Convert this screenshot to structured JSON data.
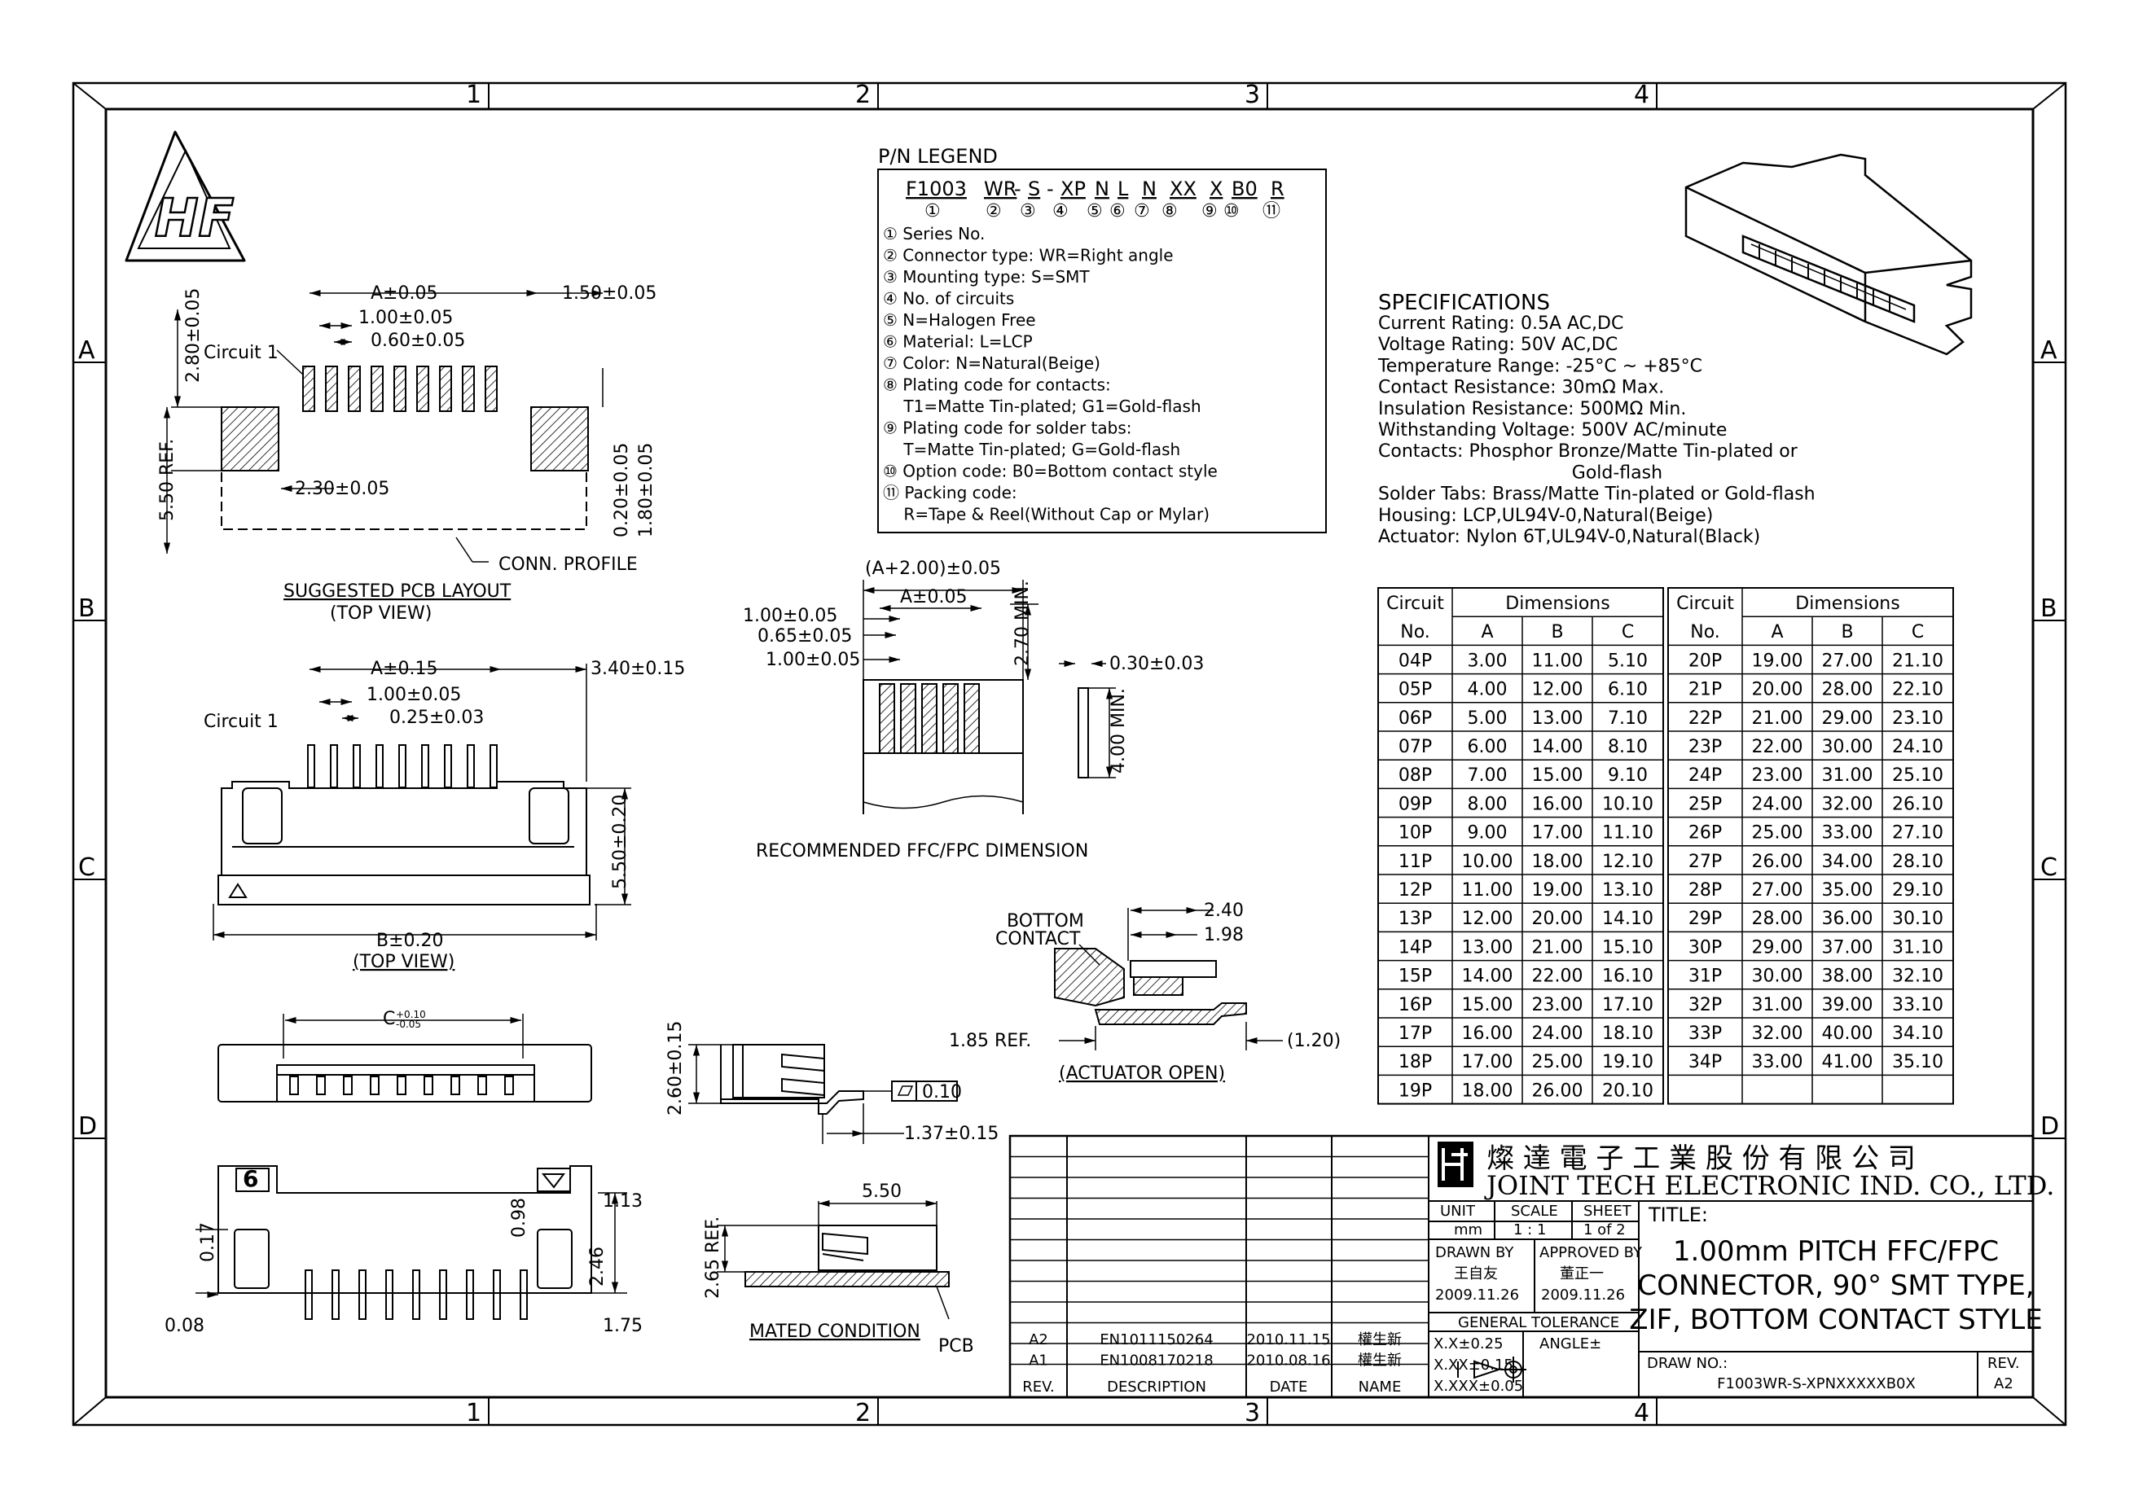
{
  "border": {
    "cols": [
      "1",
      "2",
      "3",
      "4"
    ],
    "rows": [
      "A",
      "B",
      "C",
      "D"
    ]
  },
  "logo": {
    "text": "HF"
  },
  "legend": {
    "title": "P/N LEGEND",
    "code_parts": [
      "F1003",
      "WR",
      "-",
      "S",
      "-",
      "XP",
      "N",
      "L",
      "N",
      "XX",
      "X",
      "B0",
      "R"
    ],
    "code_nums": [
      "①",
      "②",
      "③",
      "④",
      "⑤",
      "⑥",
      "⑦",
      "⑧",
      "⑨",
      "⑩",
      "⑪"
    ],
    "lines": [
      "① Series No.",
      "② Connector type: WR=Right angle",
      "③ Mounting type: S=SMT",
      "④ No. of circuits",
      "⑤ N=Halogen Free",
      "⑥ Material: L=LCP",
      "⑦ Color: N=Natural(Beige)",
      "⑧ Plating code for contacts:",
      "    T1=Matte Tin-plated; G1=Gold-flash",
      "⑨ Plating code for solder tabs:",
      "    T=Matte Tin-plated; G=Gold-flash",
      "⑩ Option code: B0=Bottom contact style",
      "⑪ Packing code:",
      "    R=Tape & Reel(Without Cap or Mylar)"
    ]
  },
  "specs": {
    "title": "SPECIFICATIONS",
    "lines": [
      "Current Rating: 0.5A AC,DC",
      "Voltage Rating: 50V AC,DC",
      "Temperature Range: -25°C ~ +85°C",
      "Contact Resistance: 30mΩ Max.",
      "Insulation Resistance: 500MΩ Min.",
      "Withstanding Voltage: 500V AC/minute",
      "Contacts: Phosphor Bronze/Matte Tin-plated or",
      "                                  Gold-flash",
      "Solder Tabs: Brass/Matte Tin-plated or Gold-flash",
      "Housing: LCP,UL94V-0,Natural(Beige)",
      "Actuator: Nylon 6T,UL94V-0,Natural(Black)"
    ]
  },
  "dim_table": {
    "h_circuit": "Circuit",
    "h_dimensions": "Dimensions",
    "h_no": "No.",
    "h_cols": [
      "A",
      "B",
      "C"
    ],
    "left": [
      [
        "04P",
        "3.00",
        "11.00",
        "5.10"
      ],
      [
        "05P",
        "4.00",
        "12.00",
        "6.10"
      ],
      [
        "06P",
        "5.00",
        "13.00",
        "7.10"
      ],
      [
        "07P",
        "6.00",
        "14.00",
        "8.10"
      ],
      [
        "08P",
        "7.00",
        "15.00",
        "9.10"
      ],
      [
        "09P",
        "8.00",
        "16.00",
        "10.10"
      ],
      [
        "10P",
        "9.00",
        "17.00",
        "11.10"
      ],
      [
        "11P",
        "10.00",
        "18.00",
        "12.10"
      ],
      [
        "12P",
        "11.00",
        "19.00",
        "13.10"
      ],
      [
        "13P",
        "12.00",
        "20.00",
        "14.10"
      ],
      [
        "14P",
        "13.00",
        "21.00",
        "15.10"
      ],
      [
        "15P",
        "14.00",
        "22.00",
        "16.10"
      ],
      [
        "16P",
        "15.00",
        "23.00",
        "17.10"
      ],
      [
        "17P",
        "16.00",
        "24.00",
        "18.10"
      ],
      [
        "18P",
        "17.00",
        "25.00",
        "19.10"
      ],
      [
        "19P",
        "18.00",
        "26.00",
        "20.10"
      ]
    ],
    "right": [
      [
        "20P",
        "19.00",
        "27.00",
        "21.10"
      ],
      [
        "21P",
        "20.00",
        "28.00",
        "22.10"
      ],
      [
        "22P",
        "21.00",
        "29.00",
        "23.10"
      ],
      [
        "23P",
        "22.00",
        "30.00",
        "24.10"
      ],
      [
        "24P",
        "23.00",
        "31.00",
        "25.10"
      ],
      [
        "25P",
        "24.00",
        "32.00",
        "26.10"
      ],
      [
        "26P",
        "25.00",
        "33.00",
        "27.10"
      ],
      [
        "27P",
        "26.00",
        "34.00",
        "28.10"
      ],
      [
        "28P",
        "27.00",
        "35.00",
        "29.10"
      ],
      [
        "29P",
        "28.00",
        "36.00",
        "30.10"
      ],
      [
        "30P",
        "29.00",
        "37.00",
        "31.10"
      ],
      [
        "31P",
        "30.00",
        "38.00",
        "32.10"
      ],
      [
        "32P",
        "31.00",
        "39.00",
        "33.10"
      ],
      [
        "33P",
        "32.00",
        "40.00",
        "34.10"
      ],
      [
        "34P",
        "33.00",
        "41.00",
        "35.10"
      ],
      [
        "",
        "",
        "",
        ""
      ]
    ]
  },
  "pcb": {
    "a": "A±0.05",
    "w150": "1.50±0.05",
    "p100": "1.00±0.05",
    "w060": "0.60±0.05",
    "h280": "2.80±0.05",
    "circuit": "Circuit 1",
    "ref550": "5.50 REF.",
    "w230": "2.30±0.05",
    "h020": "0.20±0.05",
    "h180": "1.80±0.05",
    "profile": "CONN. PROFILE",
    "cap1": "SUGGESTED PCB LAYOUT",
    "cap2": "(TOP VIEW)"
  },
  "top": {
    "a": "A±0.15",
    "w340": "3.40±0.15",
    "p100": "1.00±0.05",
    "w025": "0.25±0.03",
    "circuit": "Circuit 1",
    "h550": "5.50±0.20",
    "b": "B±0.20",
    "cap": "(TOP VIEW)"
  },
  "ffc": {
    "a2": "(A+2.00)±0.05",
    "a": "A±0.05",
    "p100": "1.00±0.05",
    "w065": "0.65±0.05",
    "p100b": "1.00±0.05",
    "h270": "2.70 MIN.",
    "t030": "0.30±0.03",
    "h400": "4.00 MIN.",
    "cap": "RECOMMENDED FFC/FPC DIMENSION"
  },
  "act": {
    "bottom": "BOTTOM",
    "contact": "CONTACT",
    "d240": "2.40",
    "d198": "1.98",
    "ref185": "1.85 REF.",
    "d120": "(1.20)",
    "cap": "(ACTUATOR OPEN)"
  },
  "front": {
    "c": "C",
    "c_sup": "+0.10",
    "c_sub": "-0.05"
  },
  "side": {
    "h260": "2.60±0.15",
    "flat": "0.10",
    "d137": "1.37±0.15"
  },
  "bottom_view": {
    "pin": "6",
    "d113": "1.13",
    "d098": "0.98",
    "d017": "0.17",
    "d246": "2.46",
    "d008": "0.08",
    "d175": "1.75"
  },
  "mated": {
    "w550": "5.50",
    "ref265": "2.65 REF.",
    "cap": "MATED CONDITION",
    "pcb": "PCB"
  },
  "title_block": {
    "company_cn": "燦 達 電 子 工 業 股 份 有 限 公 司",
    "company_en": "JOINT TECH ELECTRONIC IND. CO., LTD.",
    "unit_h": "UNIT",
    "scale_h": "SCALE",
    "sheet_h": "SHEET",
    "unit": "mm",
    "scale": "1 : 1",
    "sheet": "1 of 2",
    "drawn_h": "DRAWN BY",
    "drawn": "王自友",
    "drawn_date": "2009.11.26",
    "appr_h": "APPROVED BY",
    "appr": "董正一",
    "appr_date": "2009.11.26",
    "tol_h": "GENERAL TOLERANCE",
    "tol1": "X.X±0.25",
    "tol2": "X.XX±0.15",
    "tol3": "X.XXX±0.05",
    "angle": "ANGLE±",
    "title_h": "TITLE:",
    "title1": "1.00mm PITCH FFC/FPC",
    "title2": "CONNECTOR, 90° SMT TYPE,",
    "title3": "ZIF, BOTTOM CONTACT STYLE",
    "dwg_h": "DRAW NO.:",
    "dwg": "F1003WR-S-XPNXXXXXB0X",
    "rev_h": "REV.",
    "rev": "A2",
    "revs": [
      [
        "A2",
        "EN1011150264",
        "2010.11.15",
        "權生新"
      ],
      [
        "A1",
        "EN1008170218",
        "2010.08.16",
        "權生新"
      ]
    ],
    "rev_cols": [
      "REV.",
      "DESCRIPTION",
      "DATE",
      "NAME"
    ]
  }
}
